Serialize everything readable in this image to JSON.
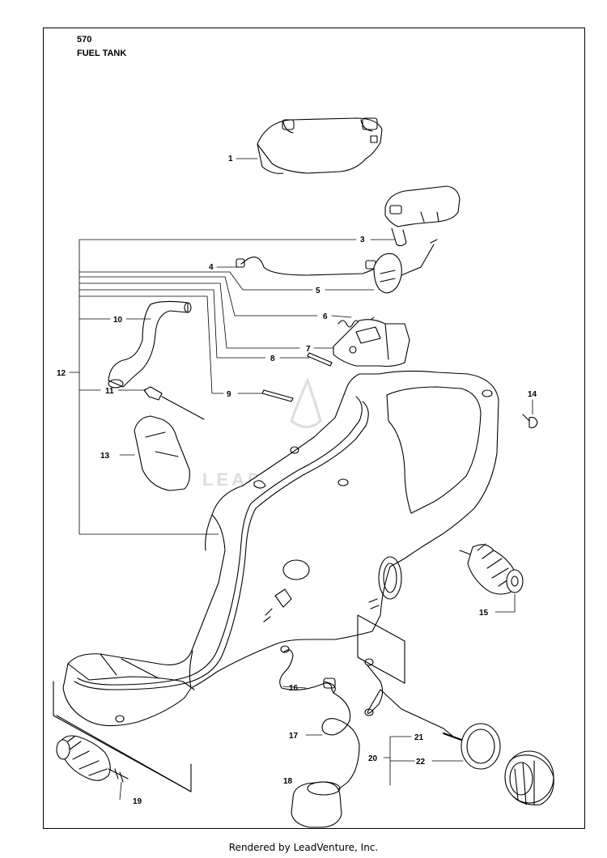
{
  "header": {
    "model": "570",
    "section": "FUEL TANK"
  },
  "footer": {
    "text": "Rendered by LeadVenture, Inc."
  },
  "watermark": {
    "text": "LEADVENTURE",
    "color": "#d9d9d9"
  },
  "colors": {
    "line": "#000000",
    "background": "#ffffff"
  },
  "callouts": {
    "c1": "1",
    "c3": "3",
    "c4": "4",
    "c5": "5",
    "c6": "6",
    "c7": "7",
    "c8": "8",
    "c9": "9",
    "c10": "10",
    "c11": "11",
    "c12": "12",
    "c13": "13",
    "c14": "14",
    "c15": "15",
    "c16": "16",
    "c17": "17",
    "c18": "18",
    "c19": "19",
    "c20": "20",
    "c21": "21",
    "c22": "22"
  }
}
